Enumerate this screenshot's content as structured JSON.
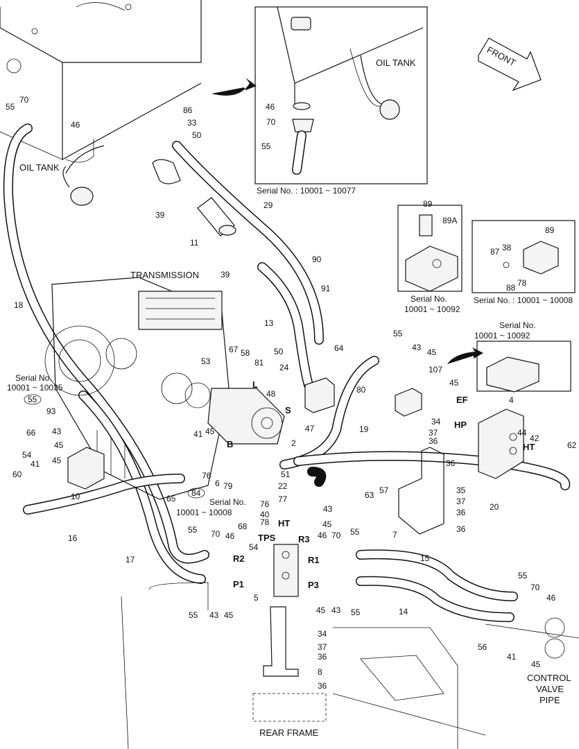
{
  "labels": {
    "oil_tank_left": "OIL TANK",
    "oil_tank_inset": "OIL TANK",
    "front": "FRONT",
    "transmission": "TRANSMISSION",
    "rear_frame": "REAR FRAME",
    "control_valve_1": "CONTROL",
    "control_valve_2": "VALVE",
    "control_valve_3": "PIPE"
  },
  "serials": {
    "inset_top": "Serial No. : 10001 ~ 10077",
    "inset_valve_a_1": "Serial No.",
    "inset_valve_a_2": "10001 ~ 10092",
    "inset_valve_b": "Serial No. : 10001 ~ 10008",
    "right_mid_1": "Serial No.",
    "right_mid_2": "10001 ~ 10092",
    "left_1": "Serial No.",
    "left_2": "10001 ~ 10035",
    "pump_1": "Serial No.",
    "pump_2": "10001 ~ 10008"
  },
  "circled": {
    "left": "55",
    "pump": "84"
  },
  "ports": {
    "L": "L",
    "S": "S",
    "B": "B",
    "EF": "EF",
    "HP": "HP",
    "HT_valve": "HT",
    "HT_block": "HT",
    "TPS": "TPS",
    "R2": "R2",
    "R3": "R3",
    "R1": "R1",
    "P1": "P1",
    "P3": "P3"
  },
  "callouts": [
    "55",
    "70",
    "46",
    "86",
    "33",
    "50",
    "39",
    "11",
    "29",
    "39",
    "90",
    "91",
    "13",
    "18",
    "46",
    "70",
    "55",
    "89",
    "89A",
    "89",
    "87",
    "38",
    "88",
    "78",
    "67",
    "58",
    "81",
    "50",
    "24",
    "48",
    "53",
    "64",
    "55",
    "43",
    "45",
    "107",
    "45",
    "80",
    "19",
    "4",
    "44",
    "42",
    "62",
    "93",
    "66",
    "43",
    "45",
    "54",
    "45",
    "41",
    "60",
    "10",
    "41",
    "45",
    "76",
    "6",
    "79",
    "2",
    "47",
    "34",
    "37",
    "36",
    "36",
    "51",
    "22",
    "77",
    "57",
    "63",
    "35",
    "37",
    "36",
    "36",
    "43",
    "45",
    "76",
    "40",
    "78",
    "68",
    "54",
    "55",
    "70",
    "46",
    "46",
    "70",
    "55",
    "7",
    "20",
    "16",
    "17",
    "5",
    "55",
    "43",
    "45",
    "45",
    "43",
    "55",
    "15",
    "14",
    "55",
    "70",
    "46",
    "56",
    "41",
    "45",
    "34",
    "37",
    "36",
    "8",
    "36",
    "65"
  ]
}
